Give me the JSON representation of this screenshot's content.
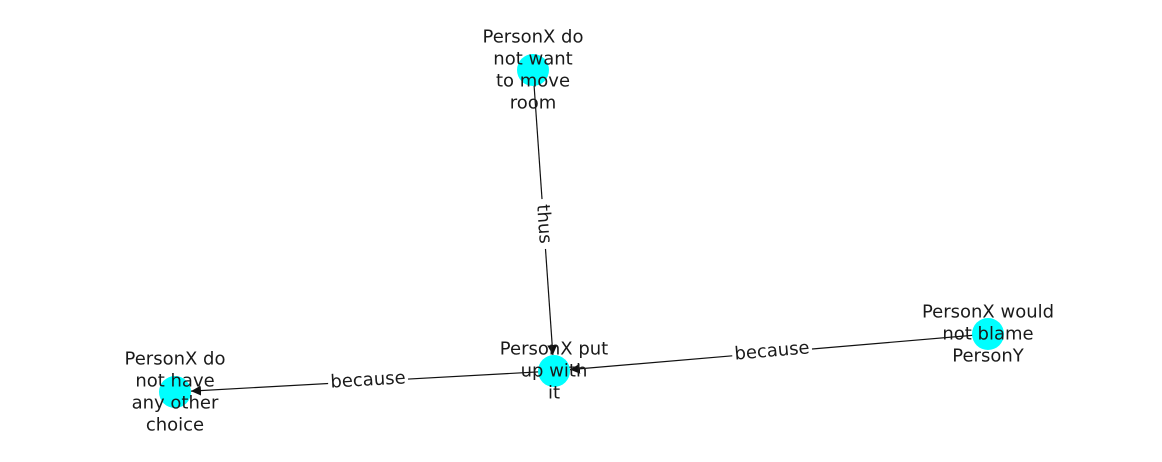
{
  "node_color": "#00ffff",
  "edge_color": "#111111",
  "nodes": [
    {
      "id": "n1",
      "label_lines": [
        "PersonX do",
        "not want",
        "to move",
        "room"
      ]
    },
    {
      "id": "n2",
      "label_lines": [
        "PersonX put",
        "up with",
        "it"
      ]
    },
    {
      "id": "n3",
      "label_lines": [
        "PersonX do",
        "not have",
        "any other",
        "choice"
      ]
    },
    {
      "id": "n4",
      "label_lines": [
        "PersonX would",
        "not blame",
        "PersonY"
      ]
    }
  ],
  "edges": [
    {
      "from": "n1",
      "to": "n2",
      "label": "thus"
    },
    {
      "from": "n2",
      "to": "n3",
      "label": "because"
    },
    {
      "from": "n4",
      "to": "n2",
      "label": "because"
    }
  ]
}
